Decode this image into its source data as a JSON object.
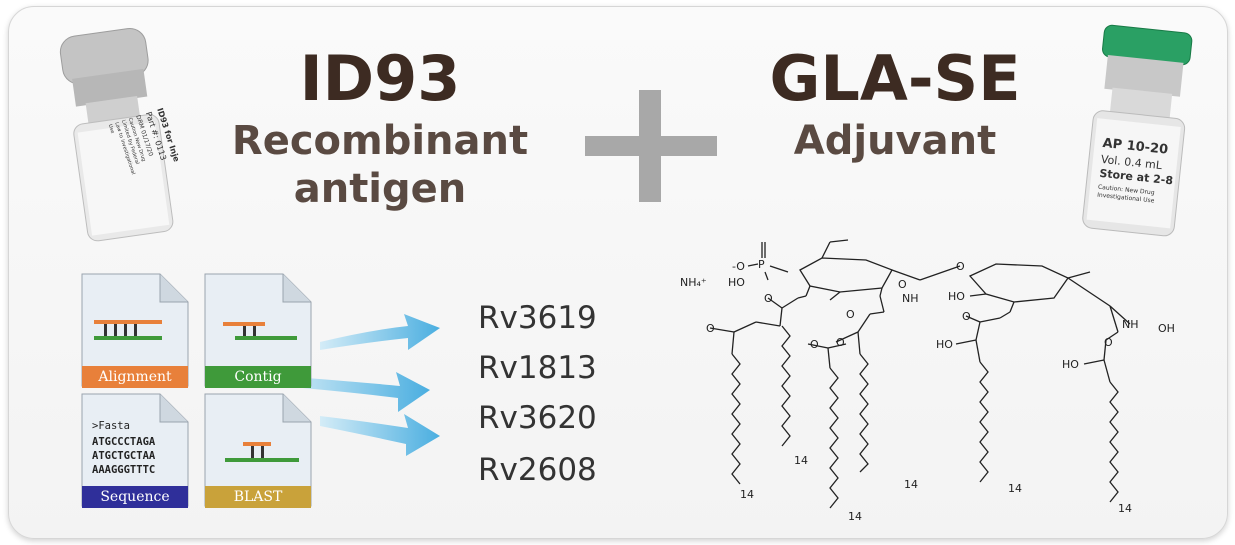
{
  "left_block": {
    "title": "ID93",
    "subtitle_line1": "Recombinant",
    "subtitle_line2": "antigen",
    "vial_label_lines": [
      "ID93 for Inje",
      "Part #: 0113",
      "DRM 01/17/20",
      "Caution New Drug",
      "Limited by Federal",
      "Law to investigational",
      "Use"
    ]
  },
  "right_block": {
    "title": "GLA-SE",
    "subtitle": "Adjuvant",
    "vial_label_lines": [
      "AP 10-20",
      "Vol. 0.4 mL",
      "Store at 2-8",
      "Caution: New Drug",
      "Investigational Use"
    ]
  },
  "documents": [
    {
      "label": "Alignment",
      "color": "#e8803a"
    },
    {
      "label": "Contig",
      "color": "#3f9a3a"
    },
    {
      "label": "Sequence",
      "color": "#2f2f9a",
      "lines": [
        ">Fasta",
        "ATGCCCTAGA",
        "ATGCTGCTAA",
        "AAAGGGTTTC"
      ]
    },
    {
      "label": "BLAST",
      "color": "#c9a23a"
    }
  ],
  "antigens": [
    "Rv3619",
    "Rv1813",
    "Rv3620",
    "Rv2608"
  ],
  "structure_labels": {
    "ammonium": "NH₄⁺",
    "ho_left": "HO",
    "phosphate": "P",
    "o_minus": "-O",
    "nh1": "NH",
    "nh2": "NH",
    "ho_ring": "HO",
    "oh_right": "OH",
    "ho_chain1": "HO",
    "ho_chain2": "HO",
    "chain_counts": [
      "14",
      "14",
      "14",
      "14",
      "14",
      "14"
    ]
  },
  "colors": {
    "title_brown": "#3d2b22",
    "plus_gray": "#a8a8a8",
    "arrow_blue": "#5ab4dc",
    "alignment_orange": "#e8803a",
    "contig_green": "#3f9a3a",
    "sequence_navy": "#2f2f9a",
    "blast_gold": "#c9a23a"
  }
}
